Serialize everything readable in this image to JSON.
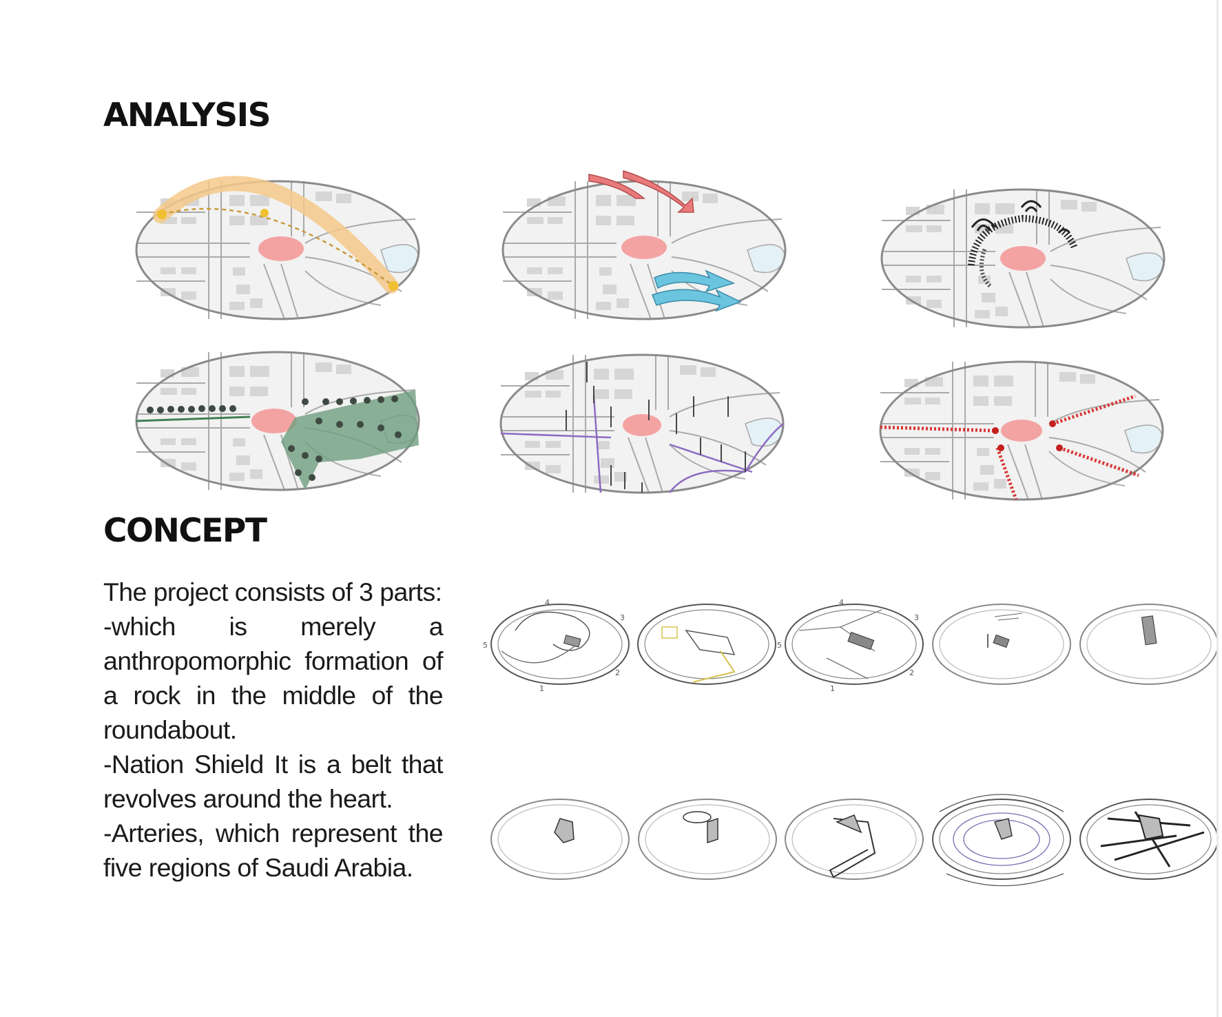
{
  "headings": {
    "analysis": "ANALYSIS",
    "concept": "CONCEPT"
  },
  "concept_text": {
    "intro": "The project consists of 3 parts:",
    "part1": "-which is merely a anthropomorphic formation of a rock in the middle of the roundabout.",
    "part2": "-Nation Shield It is a belt that revolves around the heart.",
    "part3": "-Arteries, which represent the five regions of Saudi Arabia."
  },
  "analysis_diagrams": [
    {
      "name": "sun-path",
      "color": "#f3c57a"
    },
    {
      "name": "wind-direction",
      "colors": [
        "#e8777a",
        "#5bbcd6"
      ]
    },
    {
      "name": "noise",
      "color": "#222222"
    },
    {
      "name": "vegetation",
      "color": "#7aa98a"
    },
    {
      "name": "street-lighting",
      "color": "#8d6bc1"
    },
    {
      "name": "pedestrian-paths",
      "color": "#d93636"
    }
  ],
  "sketch_annotations": {
    "numbers": [
      "1",
      "2",
      "3",
      "4",
      "5"
    ]
  },
  "colors": {
    "roundabout": "#f4a3a3",
    "map_ground": "#f1f2f1",
    "map_blocks": "#d4d4d4",
    "ellipse_outline": "#8a8a8a"
  }
}
